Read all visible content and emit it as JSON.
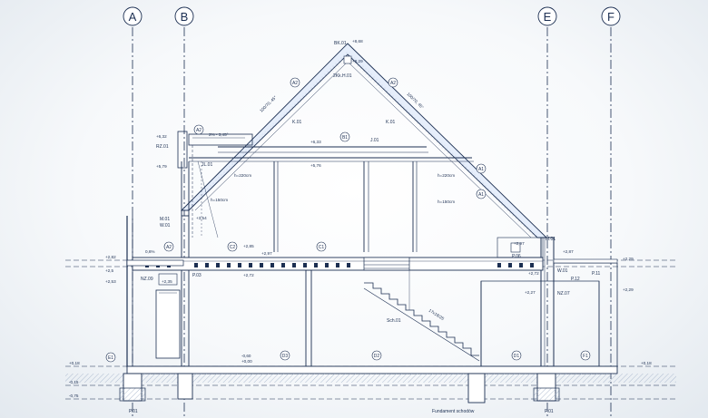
{
  "colors": {
    "line": "#1c2f52",
    "roof_fill": "#e6eefb",
    "ground_hatch": "#b9c4d4",
    "background": "#f7f9fb"
  },
  "axes": {
    "A": "A",
    "B": "B",
    "E": "E",
    "F": "F"
  },
  "labels": {
    "bk01": "BK.01",
    "top_level": "+8,68",
    "ridge_level": "+8,29",
    "zk": "2Kk.H.01",
    "a2_left": "A2",
    "a2_right": "A2",
    "k01_left": "K.01",
    "k01_right": "K.01",
    "slope_left": "100/70, 45°",
    "slope_right": "100/70, 45°",
    "a2_attic": "A2",
    "slope_small": "2% - 3,45°",
    "rz01": "RZ.01",
    "lvl_632": "+6,32",
    "lvl_579": "+5,79",
    "jl01": "JL.01",
    "h_220": "h=220cm",
    "h_150_left": "h=150cm",
    "ml01": "M.01",
    "w01_left": "W.01",
    "lvl_354": "+3,54",
    "lvl_633": "+6,33",
    "lvl_576": "+5,76",
    "b1": "B1",
    "j01": "J.01",
    "a1_upper": "A1",
    "a1_lower": "A1",
    "h_220_right": "h=220cm",
    "h_150_right": "h=150cm",
    "c2": "C2",
    "lvl_c2": "+2,85",
    "lvl_b272": "+2,72",
    "lvl_297_mid": "+2,97",
    "c1": "C1",
    "lvl_282": "+2,82",
    "lvl_253": "+2,53",
    "lvl_l25": "+2,5",
    "pct_64": "0,6%",
    "a2_low": "A2",
    "nz09": "NZ.09",
    "lvl_235": "+2,35",
    "p03": "P.03",
    "lvl_r297": "+2,97",
    "lvl_r272": "+2,72",
    "lvl_r287": "+2,87",
    "w01_right": "W.01",
    "p12": "P.12",
    "p11": "P.11",
    "p06": "P.06",
    "m01_right": "M.01",
    "lvl_r229": "+2,29",
    "lvl_r229b": "+2,29",
    "lvl_r227": "+2,27",
    "nz07": "NZ.07",
    "stairs_dim": "17x18/25",
    "sch01": "Sch.01",
    "e1": "E1",
    "lvl_000": "-0,60",
    "lvl_000b": "+0,00",
    "d3": "D3",
    "d2": "D2",
    "d1": "D1",
    "f1": "F1",
    "lvl_l018": "+0,18",
    "lvl_l015": "-0,15",
    "lvl_l075": "-0,75",
    "lvl_r018": "+0,18",
    "p01_left": "P.01",
    "p01_right": "P.01",
    "fundament": "Fundament schodów"
  }
}
